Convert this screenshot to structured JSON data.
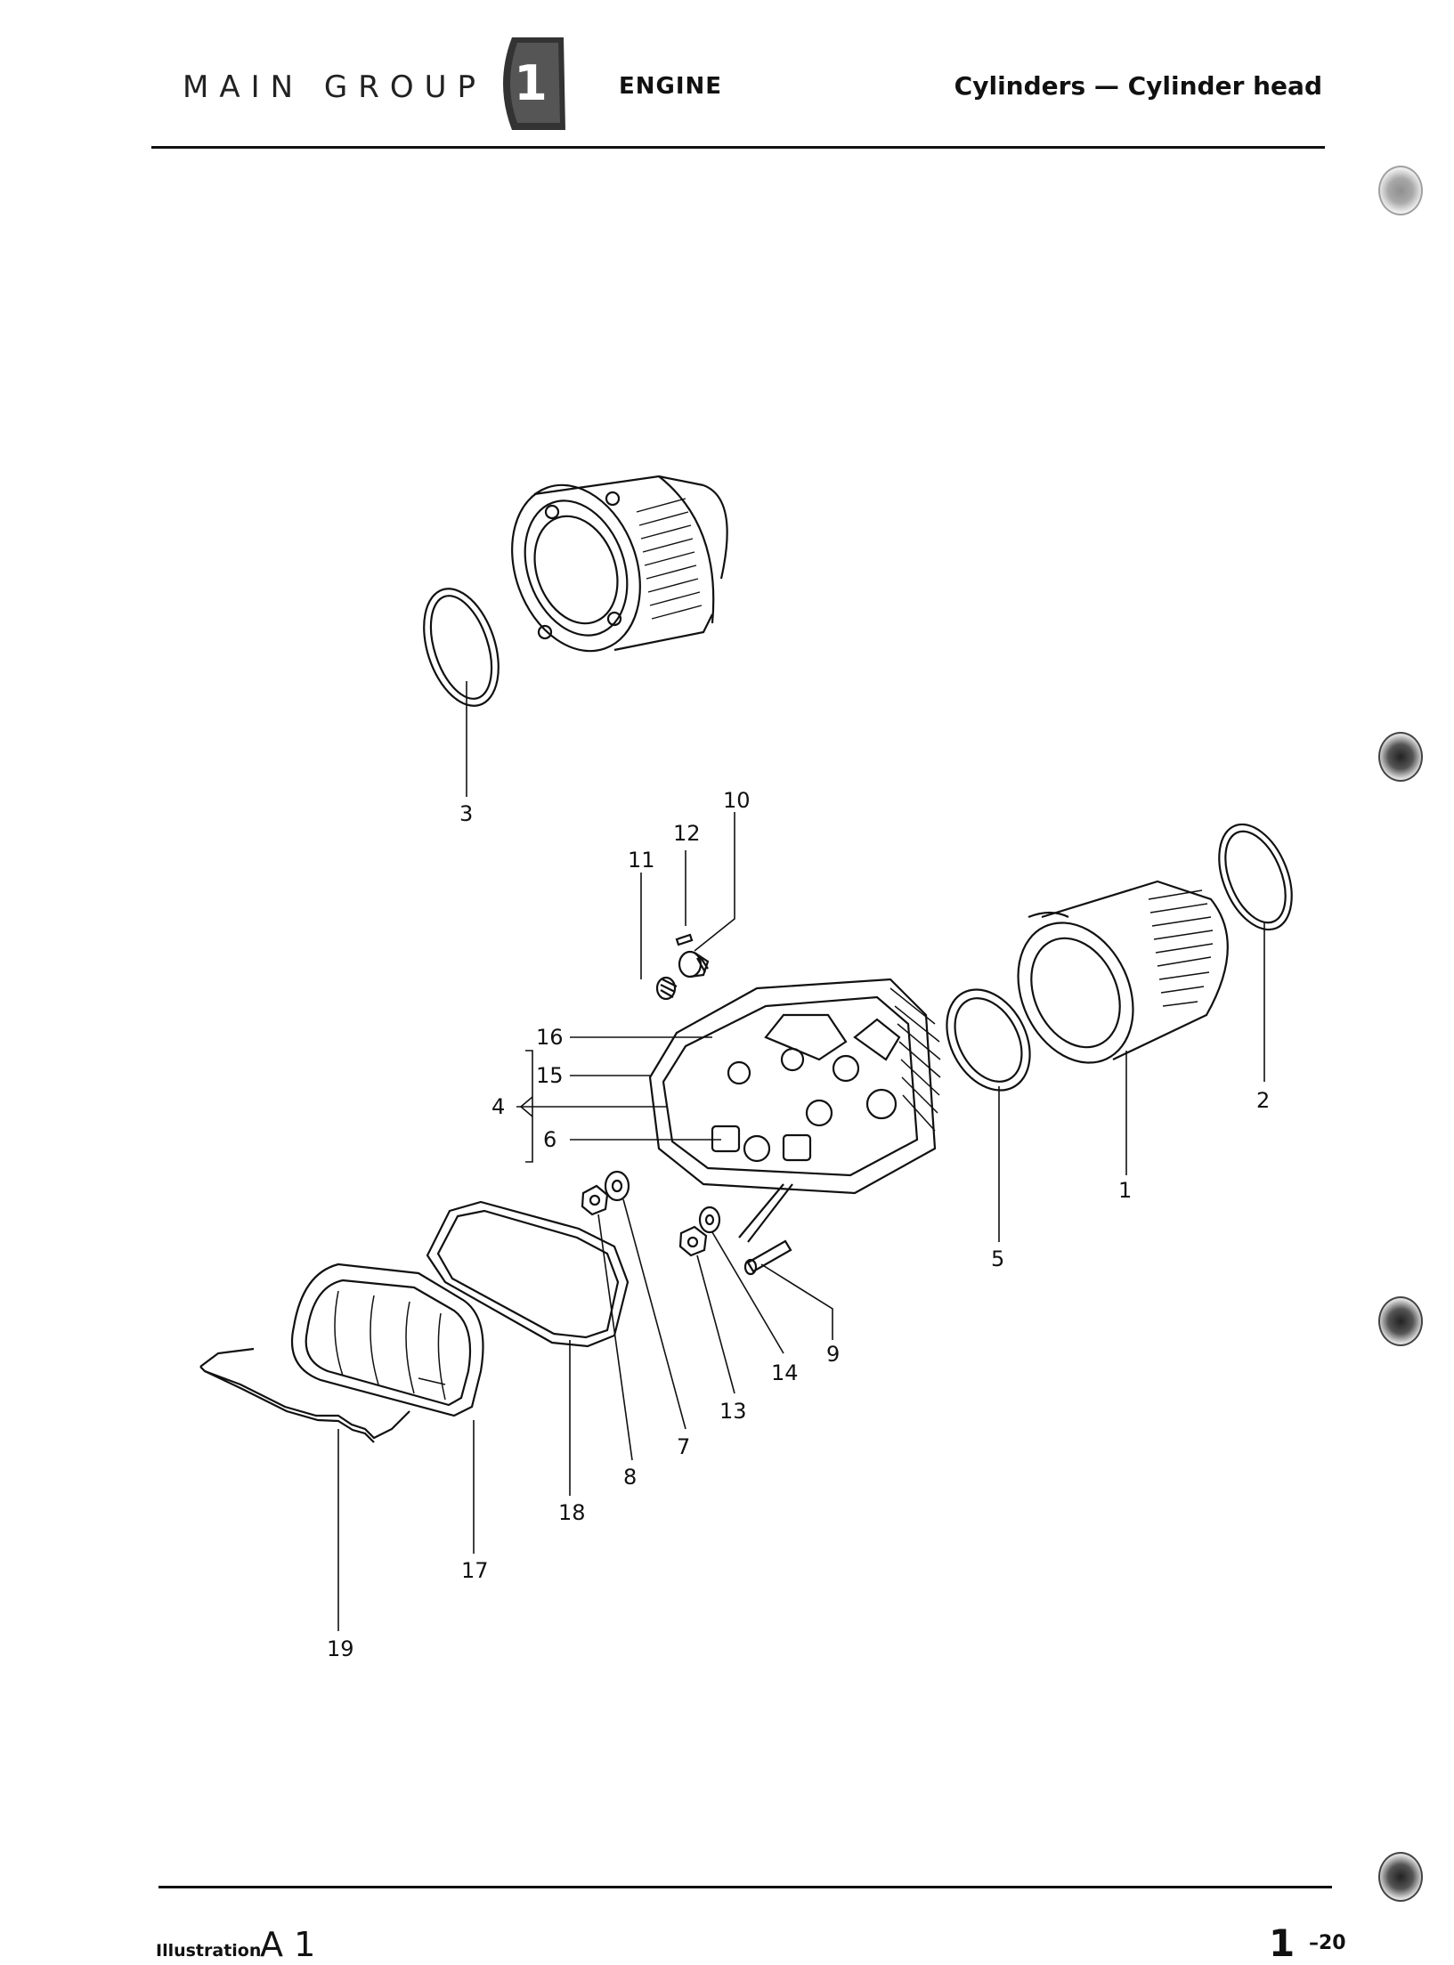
{
  "header": {
    "main_group": "MAIN GROUP",
    "group_number": "1",
    "section": "ENGINE",
    "subtitle": "Cylinders — Cylinder head"
  },
  "footer": {
    "illustration_label": "Illustration",
    "illustration_code": "A 1",
    "page_main": "1",
    "page_sub": "–20"
  },
  "callouts": {
    "c1": "1",
    "c2": "2",
    "c3": "3",
    "c4": "4",
    "c5": "5",
    "c6": "6",
    "c7": "7",
    "c8": "8",
    "c9": "9",
    "c10": "10",
    "c11": "11",
    "c12": "12",
    "c13": "13",
    "c14": "14",
    "c15": "15",
    "c16": "16",
    "c17": "17",
    "c18": "18",
    "c19": "19"
  }
}
